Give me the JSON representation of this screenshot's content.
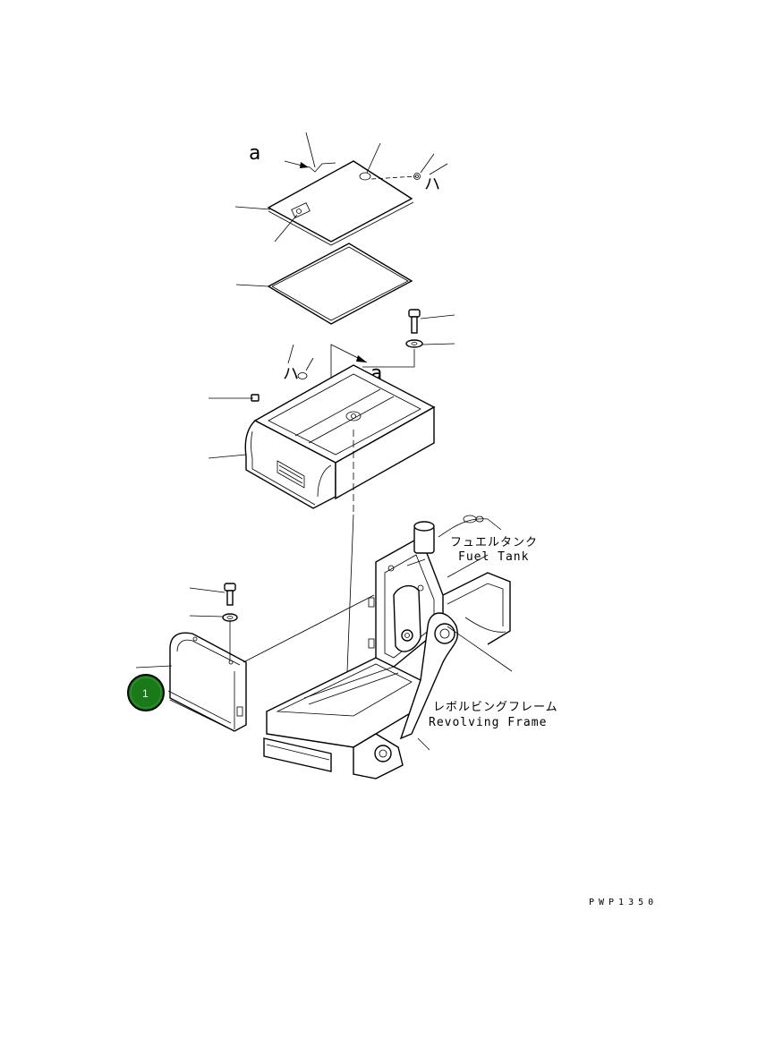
{
  "labels": {
    "fuel_tank_jp": "フュエルタンク",
    "fuel_tank_en": "Fuel Tank",
    "revolving_frame_jp": "レボルビングフレーム",
    "revolving_frame_en": "Revolving Frame"
  },
  "view_refs": {
    "a_top": "a",
    "a_mid": "a",
    "ha_top": "ハ",
    "ha_mid": "ハ"
  },
  "callout": {
    "number": "1",
    "color": "#1a7a1a"
  },
  "drawing_code": "PWP1350"
}
